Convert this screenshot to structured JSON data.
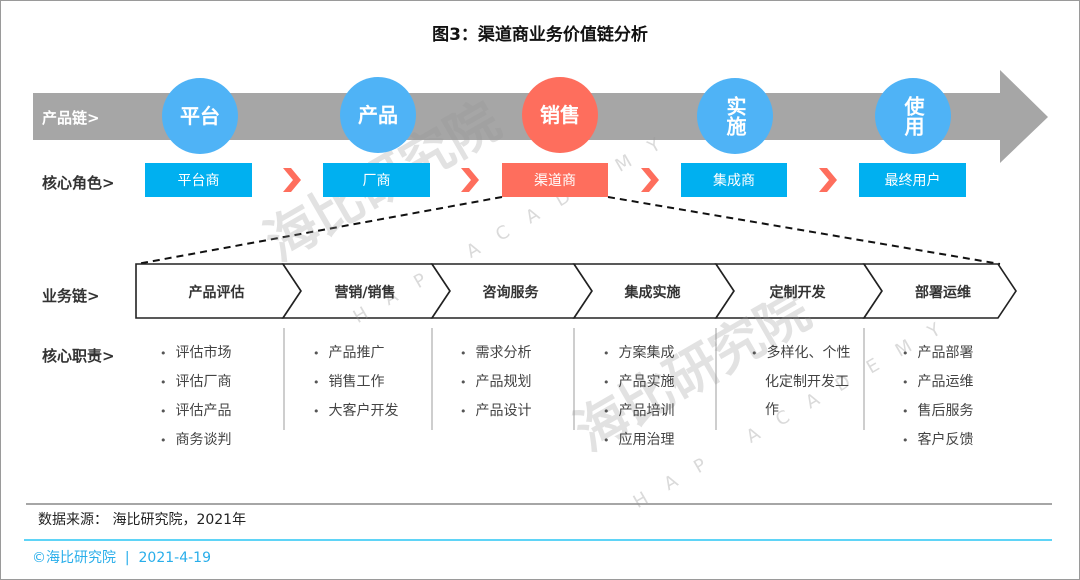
{
  "title": "图3：渠道商业务价值链分析",
  "product_chain": {
    "label": "产品链>",
    "stages": [
      {
        "label": "平台",
        "highlight": false
      },
      {
        "label": "产品",
        "highlight": false
      },
      {
        "label": "销售",
        "highlight": true
      },
      {
        "label": "实施",
        "highlight": false
      },
      {
        "label": "使用",
        "highlight": false
      }
    ]
  },
  "core_roles": {
    "label": "核心角色>",
    "roles": [
      {
        "label": "平台商",
        "highlight": false
      },
      {
        "label": "厂商",
        "highlight": false
      },
      {
        "label": "渠道商",
        "highlight": true
      },
      {
        "label": "集成商",
        "highlight": false
      },
      {
        "label": "最终用户",
        "highlight": false
      }
    ]
  },
  "business_chain": {
    "label": "业务链>",
    "segments": [
      "产品评估",
      "营销/销售",
      "咨询服务",
      "集成实施",
      "定制开发",
      "部署运维"
    ]
  },
  "core_duties": {
    "label": "核心职责>",
    "columns": [
      [
        "评估市场",
        "评估厂商",
        "评估产品",
        "商务谈判"
      ],
      [
        "产品推广",
        "销售工作",
        "大客户开发"
      ],
      [
        "需求分析",
        "产品规划",
        "产品设计"
      ],
      [
        "方案集成",
        "产品实施",
        "产品培训",
        "应用治理"
      ],
      [
        "多样化、个性化定制开发工作"
      ],
      [
        "产品部署",
        "产品运维",
        "售后服务",
        "客户反馈"
      ]
    ]
  },
  "watermark": {
    "name": "海比研究院",
    "sub": "HAP ACADEMY"
  },
  "footer": {
    "source": "数据来源： 海比研究院，2021年",
    "copyright": "©海比研究院  |  2021-4-19"
  },
  "colors": {
    "blue": "#4fb3f6",
    "cyan": "#00b0f0",
    "red": "#fe6e5d",
    "gray": "#a6a6a6"
  }
}
